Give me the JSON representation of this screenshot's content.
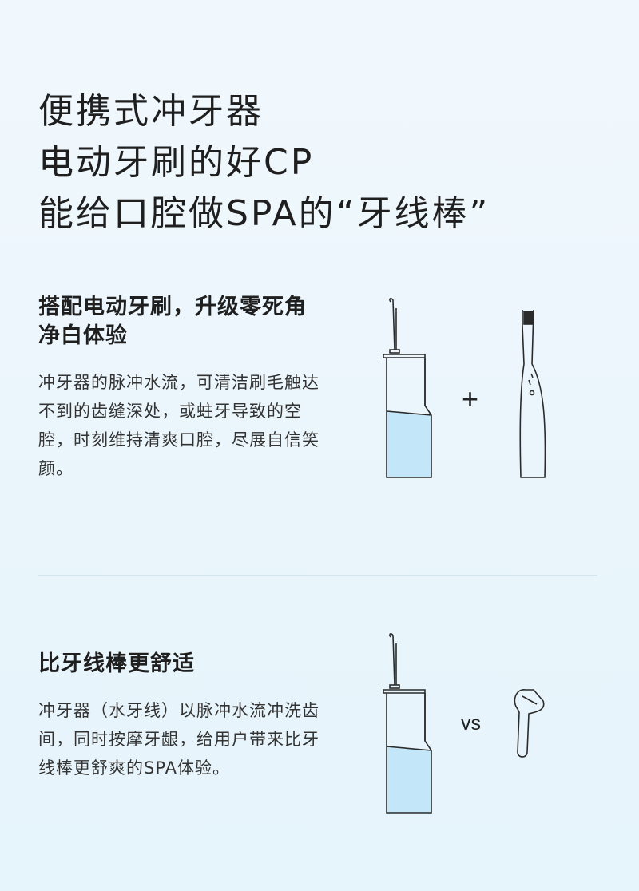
{
  "hero": {
    "lines": [
      "便携式冲牙器",
      "电动牙刷的好CP",
      "能给口腔做SPA的“牙线棒”"
    ]
  },
  "section1": {
    "title": "搭配电动牙刷，升级零死角净白体验",
    "body": "冲牙器的脉冲水流，可清洁刷毛触达不到的齿缝深处，或蛀牙导致的空腔，时刻维持清爽口腔，尽展自信笑颜。",
    "operator": "+"
  },
  "section2": {
    "title": "比牙线棒更舒适",
    "body": "冲牙器（水牙线）以脉冲水流冲洗齿间，同时按摩牙龈，给用户带来比牙线棒更舒爽的SPA体验。",
    "operator": "vs"
  },
  "colors": {
    "background": "#eaf6fc",
    "water": "#c3e6f8",
    "outline": "#2b2b2b",
    "divider": "#d3e6ef"
  },
  "icons": [
    "water-flosser-icon",
    "electric-toothbrush-icon",
    "floss-pick-icon"
  ]
}
